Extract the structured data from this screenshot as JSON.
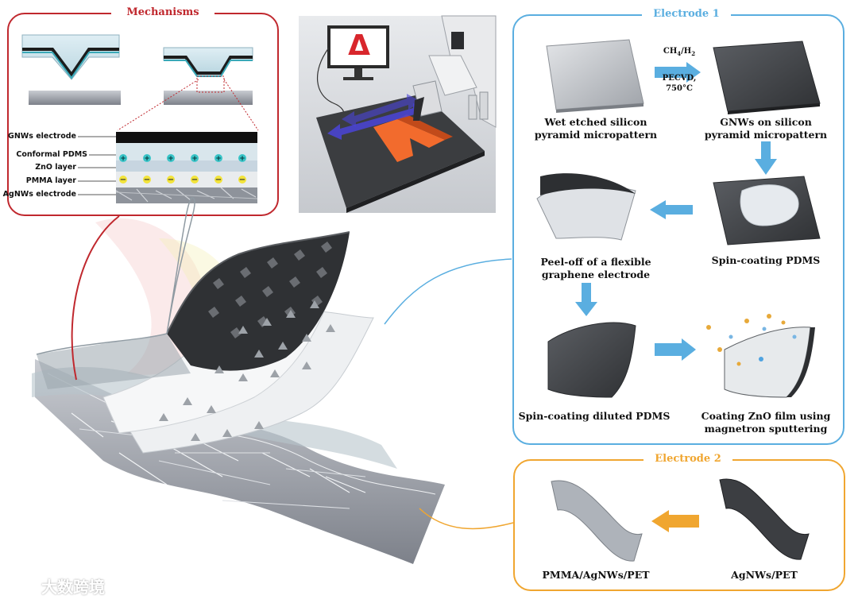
{
  "mechanisms": {
    "title": "Mechanisms",
    "layers": [
      "GNWs electrode",
      "Conformal PDMS",
      "ZnO layer",
      "PMMA layer",
      "AgNWs electrode"
    ],
    "color": "#c0282e"
  },
  "electrode1": {
    "title": "Electrode 1",
    "color": "#5aaee0",
    "steps": [
      "Wet etched silicon\npyramid micropattern",
      "GNWs on silicon\npyramid micropattern",
      "Spin-coating PDMS",
      "Peel-off of a flexible\ngraphene electrode",
      "Spin-coating diluted PDMS",
      "Coating ZnO film using\nmagnetron sputtering"
    ],
    "process": {
      "gas_main": "CH",
      "gas_sub1": "4",
      "gas_sep": "/H",
      "gas_sub2": "2",
      "method": "PECVD,",
      "temp": "750°C"
    }
  },
  "electrode2": {
    "title": "Electrode 2",
    "color": "#f0a630",
    "steps": [
      "PMMA/AgNWs/PET",
      "AgNWs/PET"
    ]
  },
  "watermark": {
    "text": "大数跨境"
  },
  "screen_symbol": "Δ"
}
